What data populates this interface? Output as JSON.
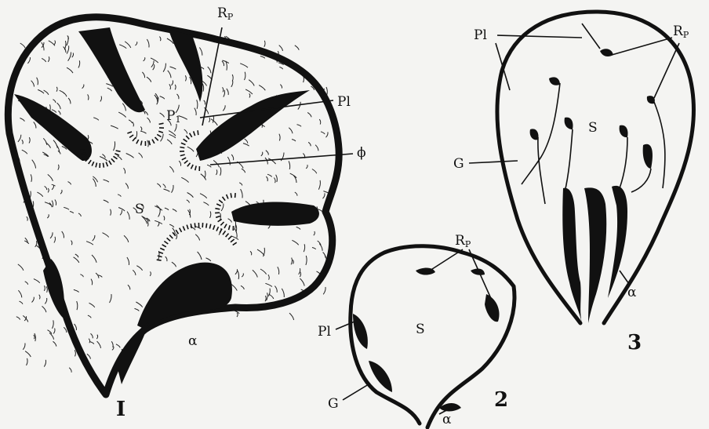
{
  "figure_1": {
    "number": "I",
    "labels": {
      "rp": "R",
      "rp_sub": "P",
      "pl": "Pl",
      "p1": "P",
      "p1_sub": "1",
      "s": "S",
      "phi": "ϕ",
      "alpha": "α"
    }
  },
  "figure_2": {
    "number": "2",
    "labels": {
      "rp": "R",
      "rp_sub": "P",
      "pl": "Pl",
      "s": "S",
      "g": "G",
      "alpha": "α"
    }
  },
  "figure_3": {
    "number": "3",
    "labels": {
      "pl": "Pl",
      "rp": "R",
      "rp_sub": "P",
      "s": "S",
      "g": "G",
      "alpha": "α"
    }
  }
}
